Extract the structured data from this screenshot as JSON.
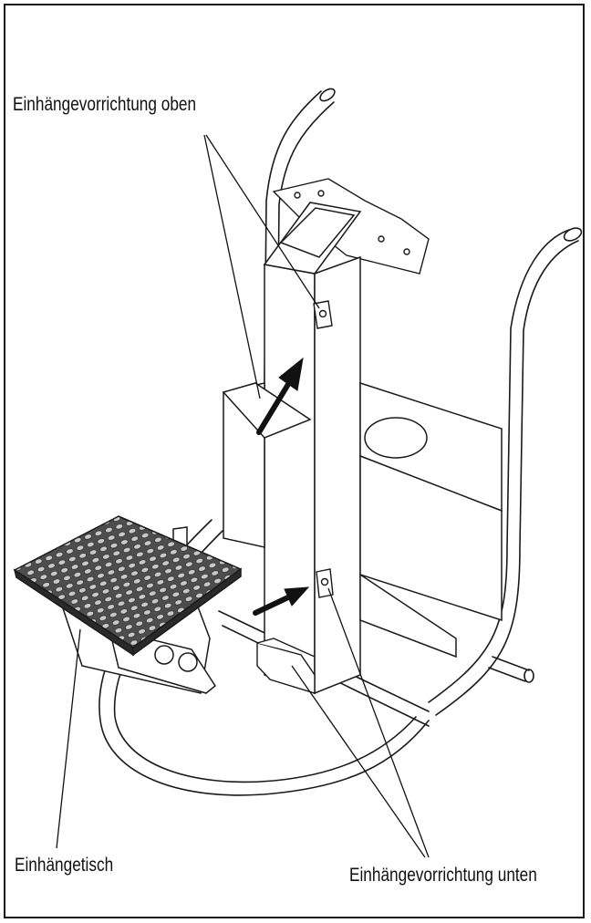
{
  "labels": {
    "upper_hook": "Einhängevorrichtung oben",
    "hook_table": "Einhängetisch",
    "lower_hook": "Einhängevorrichtung unten"
  },
  "colors": {
    "line": "#1a1a1a",
    "plate": "#4d4d4d",
    "plate_bumps": "#c9c9c9"
  },
  "icons": {
    "arrow": "arrow-up-right-icon"
  }
}
